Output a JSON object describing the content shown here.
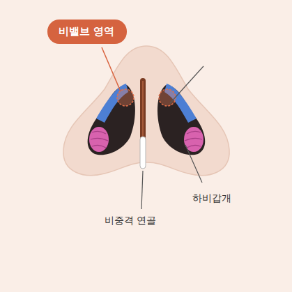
{
  "diagram": {
    "nodes": [
      {
        "text": [
          "비밸브 영역"
        ]
      }
    ],
    "labels": [
      "하비갑개",
      "비중격 연골"
    ]
  }
}
